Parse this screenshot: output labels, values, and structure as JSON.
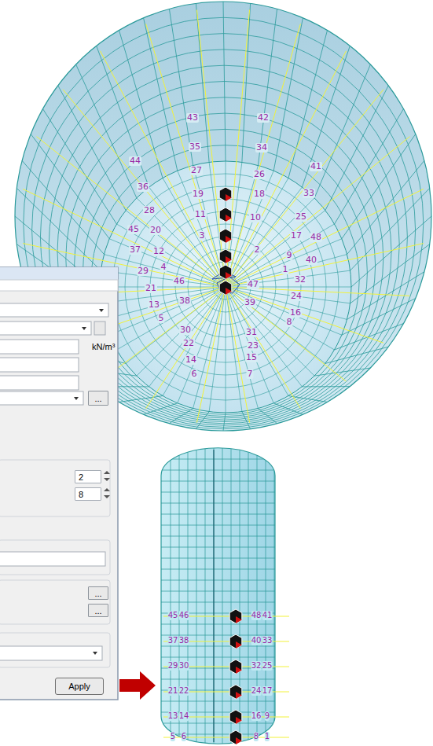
{
  "diagram": {
    "nodes": [
      {
        "text": [
          "2"
        ]
      },
      {
        "text": [
          "8"
        ]
      },
      {
        "text": [
          "..."
        ]
      },
      {
        "text": [
          "..."
        ]
      },
      {
        "text": [
          "..."
        ]
      },
      {
        "text": [
          "Apply"
        ]
      }
    ],
    "labels": [
      "kN/m³",
      "43",
      "42",
      "35",
      "34",
      "27",
      "26",
      "44",
      "41",
      "36",
      "33",
      "19",
      "18",
      "11",
      "10",
      "28",
      "25",
      "45",
      "20",
      "17",
      "48",
      "3",
      "2",
      "37",
      "12",
      "9",
      "40",
      "4",
      "1",
      "32",
      "29",
      "46",
      "47",
      "21",
      "24",
      "38",
      "39",
      "13",
      "16",
      "5",
      "8",
      "30",
      "31",
      "22",
      "23",
      "14",
      "15",
      "6",
      "7",
      "45",
      "46",
      "48",
      "41",
      "37",
      "38",
      "40",
      "33",
      "29",
      "30",
      "32",
      "25",
      "21",
      "22",
      "24",
      "17",
      "13",
      "14",
      "16",
      "9",
      "5",
      "6",
      "8",
      "1"
    ]
  }
}
